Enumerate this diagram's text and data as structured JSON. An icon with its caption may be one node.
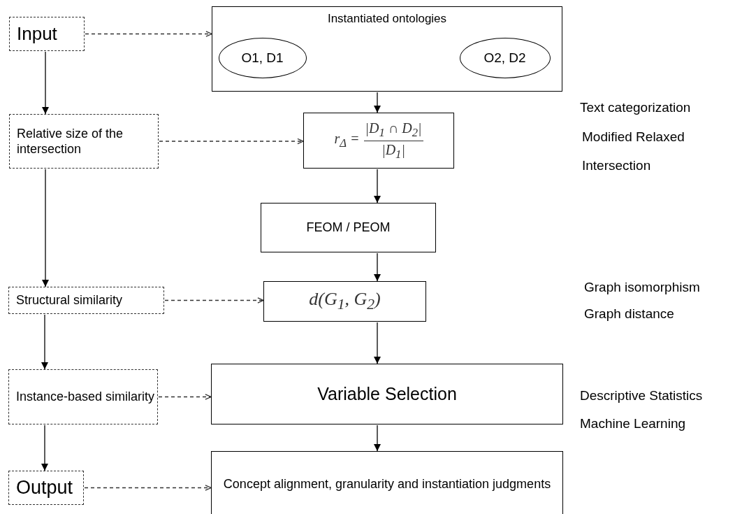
{
  "diagram": {
    "nodes": [
      {
        "text": [
          "Input"
        ]
      },
      {
        "text": [
          "Instantiated ontologies"
        ]
      },
      {
        "text": [
          "O1, D1"
        ],
        "in": 1
      },
      {
        "text": [
          "O2, D2"
        ],
        "in": 1
      },
      {
        "text": [
          "Relative size of the intersection"
        ]
      },
      {
        "text": [
          "r$_{Δ}$ =",
          "|D$_{1}$ ∩ D$_{2}$|",
          "|D$_{1}$|"
        ]
      },
      {
        "text": [
          "FEOM  /  PEOM"
        ]
      },
      {
        "text": [
          "Structural similarity"
        ]
      },
      {
        "text": [
          "d(G$_{1}$, G$_{2}$)"
        ]
      },
      {
        "text": [
          "Instance-based similarity"
        ]
      },
      {
        "text": [
          "Variable Selection"
        ]
      },
      {
        "text": [
          "Output"
        ]
      },
      {
        "text": [
          "Concept alignment, granularity and instantiation judgments"
        ]
      }
    ],
    "edges": [
      {
        "from": 0,
        "to": 1,
        "arrow": "to",
        "style": "dashed"
      },
      {
        "from": 0,
        "to": 4,
        "arrow": "to"
      },
      {
        "from": 4,
        "to": 5,
        "arrow": "to",
        "style": "dashed"
      },
      {
        "from": 4,
        "to": 7,
        "arrow": "to"
      },
      {
        "from": 7,
        "to": 8,
        "arrow": "to",
        "style": "dashed"
      },
      {
        "from": 7,
        "to": 9,
        "arrow": "to"
      },
      {
        "from": 9,
        "to": 10,
        "arrow": "to",
        "style": "dashed"
      },
      {
        "from": 9,
        "to": 11,
        "arrow": "to"
      },
      {
        "from": 11,
        "to": 12,
        "arrow": "to",
        "style": "dashed"
      },
      {
        "from": 1,
        "to": 5,
        "arrow": "to"
      },
      {
        "from": 5,
        "to": 6,
        "arrow": "to"
      },
      {
        "from": 6,
        "to": 8,
        "arrow": "to"
      },
      {
        "from": 8,
        "to": 10,
        "arrow": "to"
      },
      {
        "from": 10,
        "to": 12,
        "arrow": "to"
      }
    ],
    "labels": [
      "Text categorization",
      "Modified Relaxed",
      "Intersection",
      "Graph isomorphism",
      "Graph distance",
      "Descriptive Statistics",
      "Machine Learning"
    ]
  }
}
